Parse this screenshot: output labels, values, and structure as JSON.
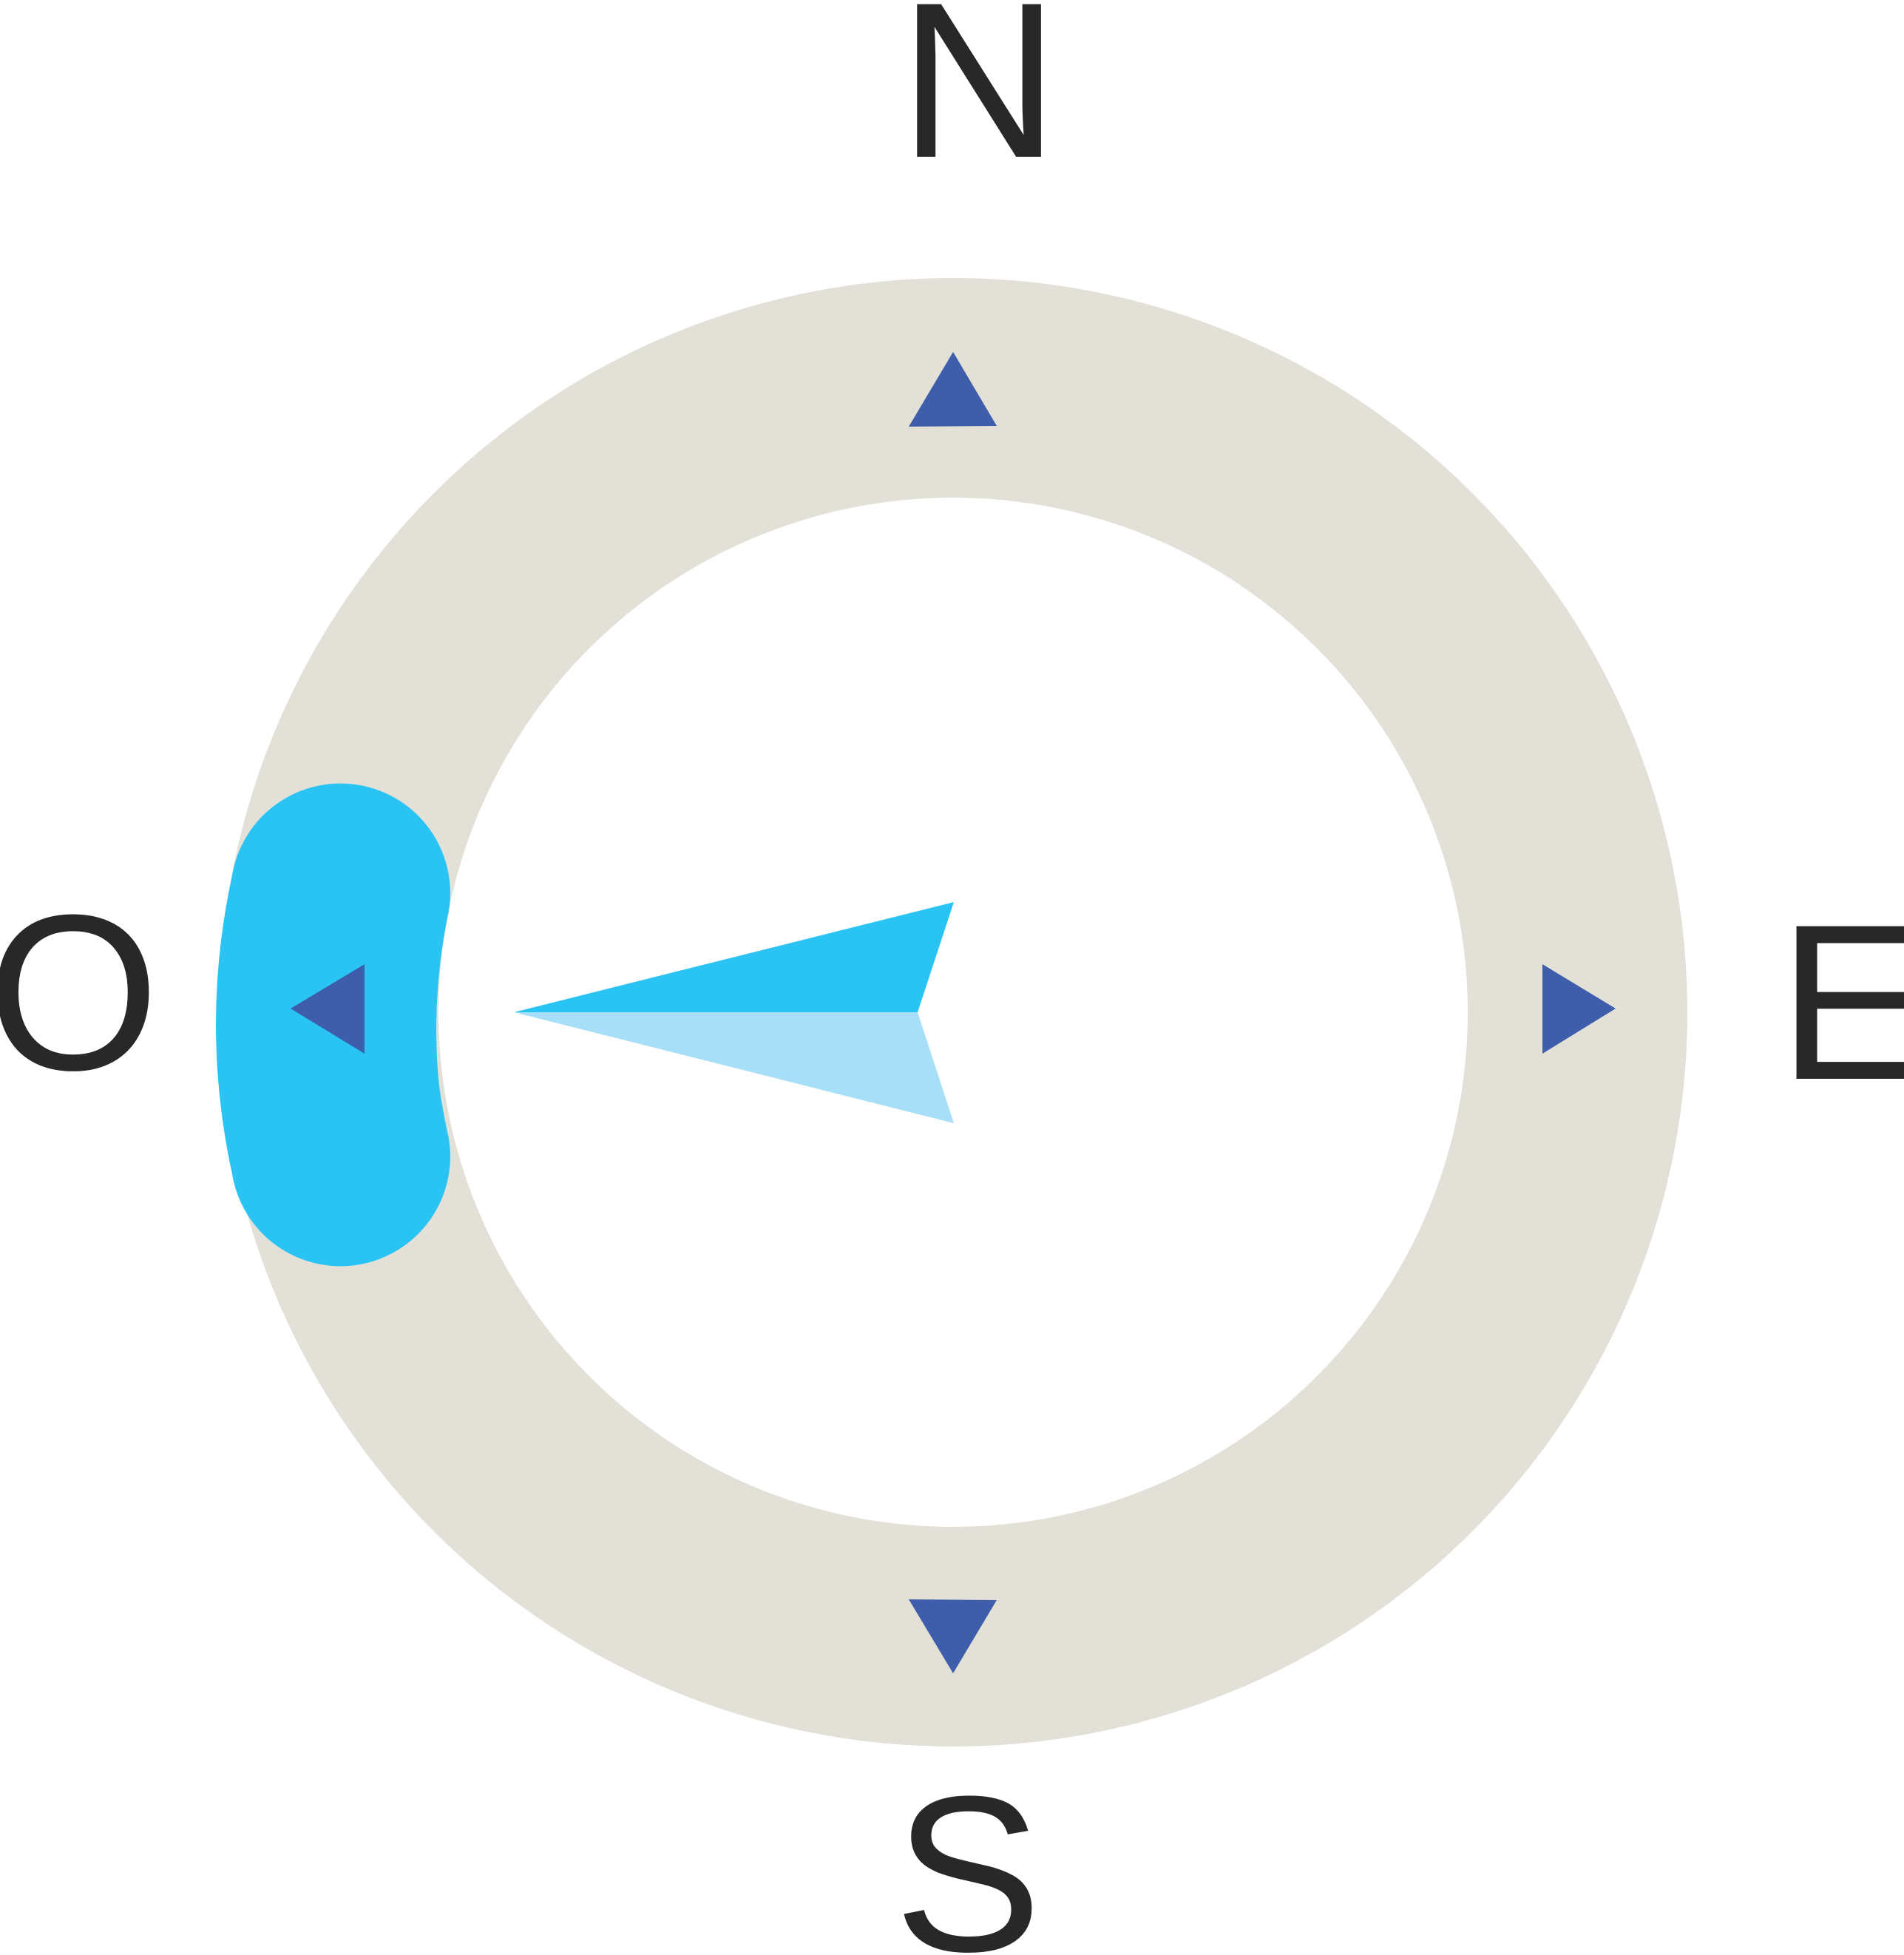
{
  "compass": {
    "labels": {
      "north": "N",
      "east": "E",
      "south": "S",
      "west": "O"
    },
    "heading": "west",
    "icons": {
      "needle": "compass-needle-icon",
      "north_marker": "triangle-up-icon",
      "east_marker": "triangle-right-icon",
      "south_marker": "triangle-down-icon",
      "west_marker": "triangle-left-icon"
    },
    "colors": {
      "ring": "#e2e0d7",
      "highlight": "#2ac4f4",
      "marker": "#3e5eab",
      "needle_primary": "#2ac4f4",
      "needle_secondary": "#a7dff9",
      "label": "#282828",
      "background": "#ffffff"
    }
  }
}
